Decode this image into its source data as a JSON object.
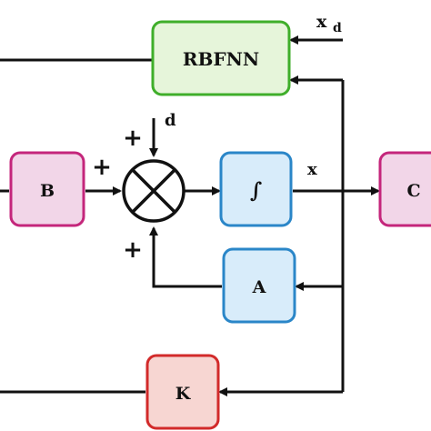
{
  "blocks": {
    "rbfnn": {
      "label": "RBFNN",
      "border": "#3fae2a",
      "fill": "#e6f5da"
    },
    "b": {
      "label": "B",
      "border": "#c4267b",
      "fill": "#f2d6e8"
    },
    "integrator": {
      "label": "∫",
      "border": "#2a86c8",
      "fill": "#d8ecfa"
    },
    "a": {
      "label": "A",
      "border": "#2a86c8",
      "fill": "#d8ecfa"
    },
    "c": {
      "label": "C",
      "border": "#c4267b",
      "fill": "#f2d6e8"
    },
    "k": {
      "label": "K",
      "border": "#d22a2a",
      "fill": "#f7d6d2"
    }
  },
  "signals": {
    "xd": "x",
    "xd_sub": "d",
    "d": "d",
    "x": "x"
  },
  "summing_junction": {
    "signs": [
      "+",
      "+",
      "+"
    ]
  }
}
